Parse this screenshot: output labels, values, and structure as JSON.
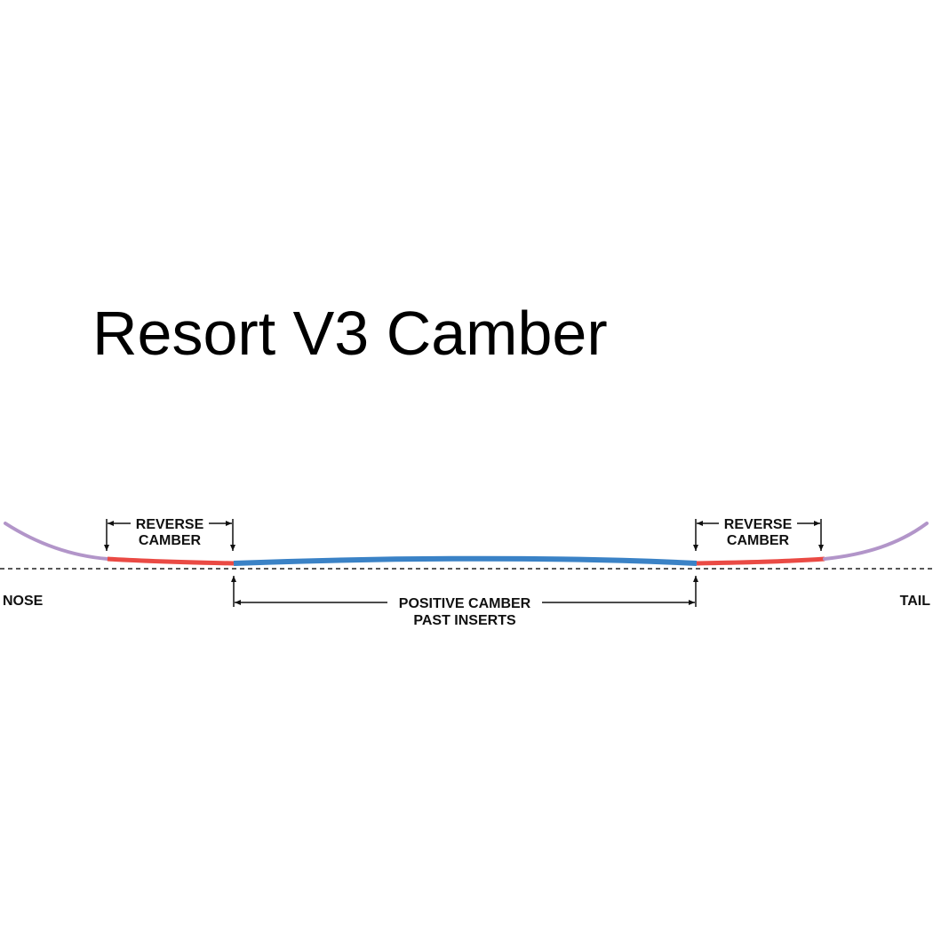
{
  "title": "Resort V3 Camber",
  "labels": {
    "nose": "NOSE",
    "tail": "TAIL",
    "reverse_left_line1": "REVERSE",
    "reverse_left_line2": "CAMBER",
    "reverse_right_line1": "REVERSE",
    "reverse_right_line2": "CAMBER",
    "positive_line1": "POSITIVE CAMBER",
    "positive_line2": "PAST INSERTS"
  },
  "colors": {
    "rocker_tip": "#b295c9",
    "reverse_camber": "#ea4a44",
    "positive_camber": "#3a82c6",
    "baseline": "#222222",
    "text": "#111111"
  }
}
